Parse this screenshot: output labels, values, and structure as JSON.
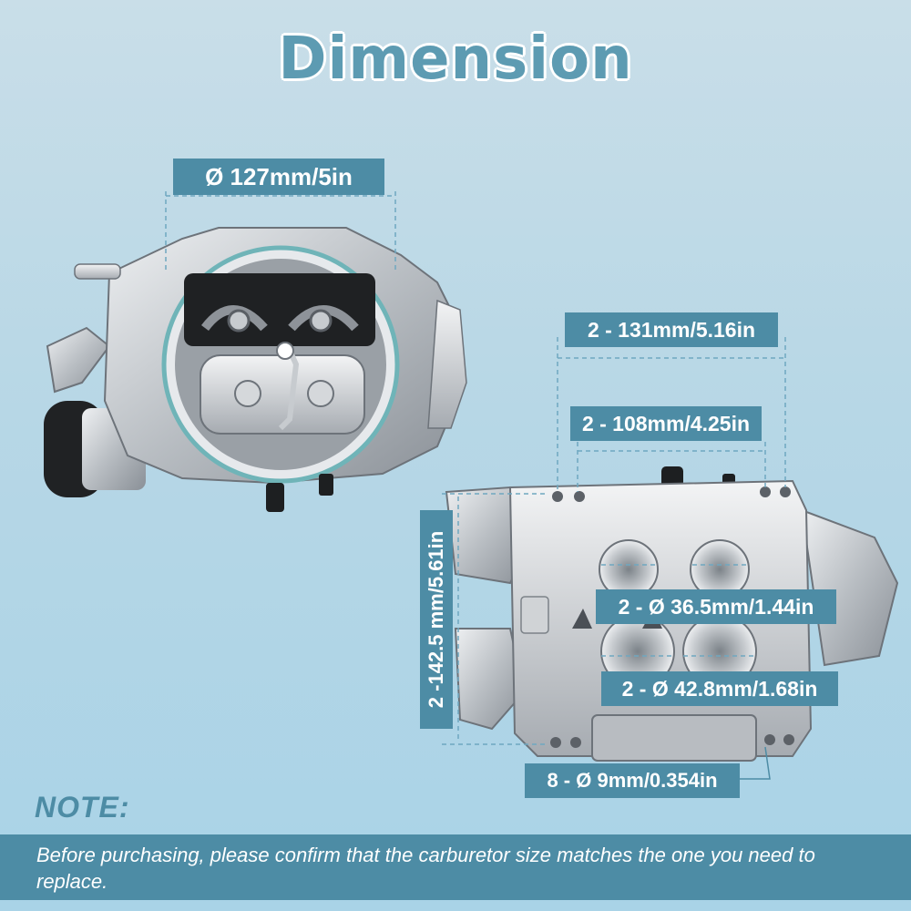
{
  "title": "Dimension",
  "dimensions": {
    "top_diameter": "Ø 127mm/5in",
    "bolt_spacing_wide": "2 - 131mm/5.16in",
    "bolt_spacing_narrow": "2 - 108mm/4.25in",
    "height": "2 -142.5 mm/5.61in",
    "bore_small": "2 - Ø 36.5mm/1.44in",
    "bore_large": "2 - Ø 42.8mm/1.68in",
    "bolt_holes": "8 - Ø 9mm/0.354in"
  },
  "note": {
    "heading": "NOTE:",
    "text": "Before purchasing, please confirm that the carburetor size matches the one you need to replace."
  },
  "colors": {
    "accent": "#4d8ca5",
    "title": "#5d9bb2",
    "metal": "#c9ccd0"
  }
}
